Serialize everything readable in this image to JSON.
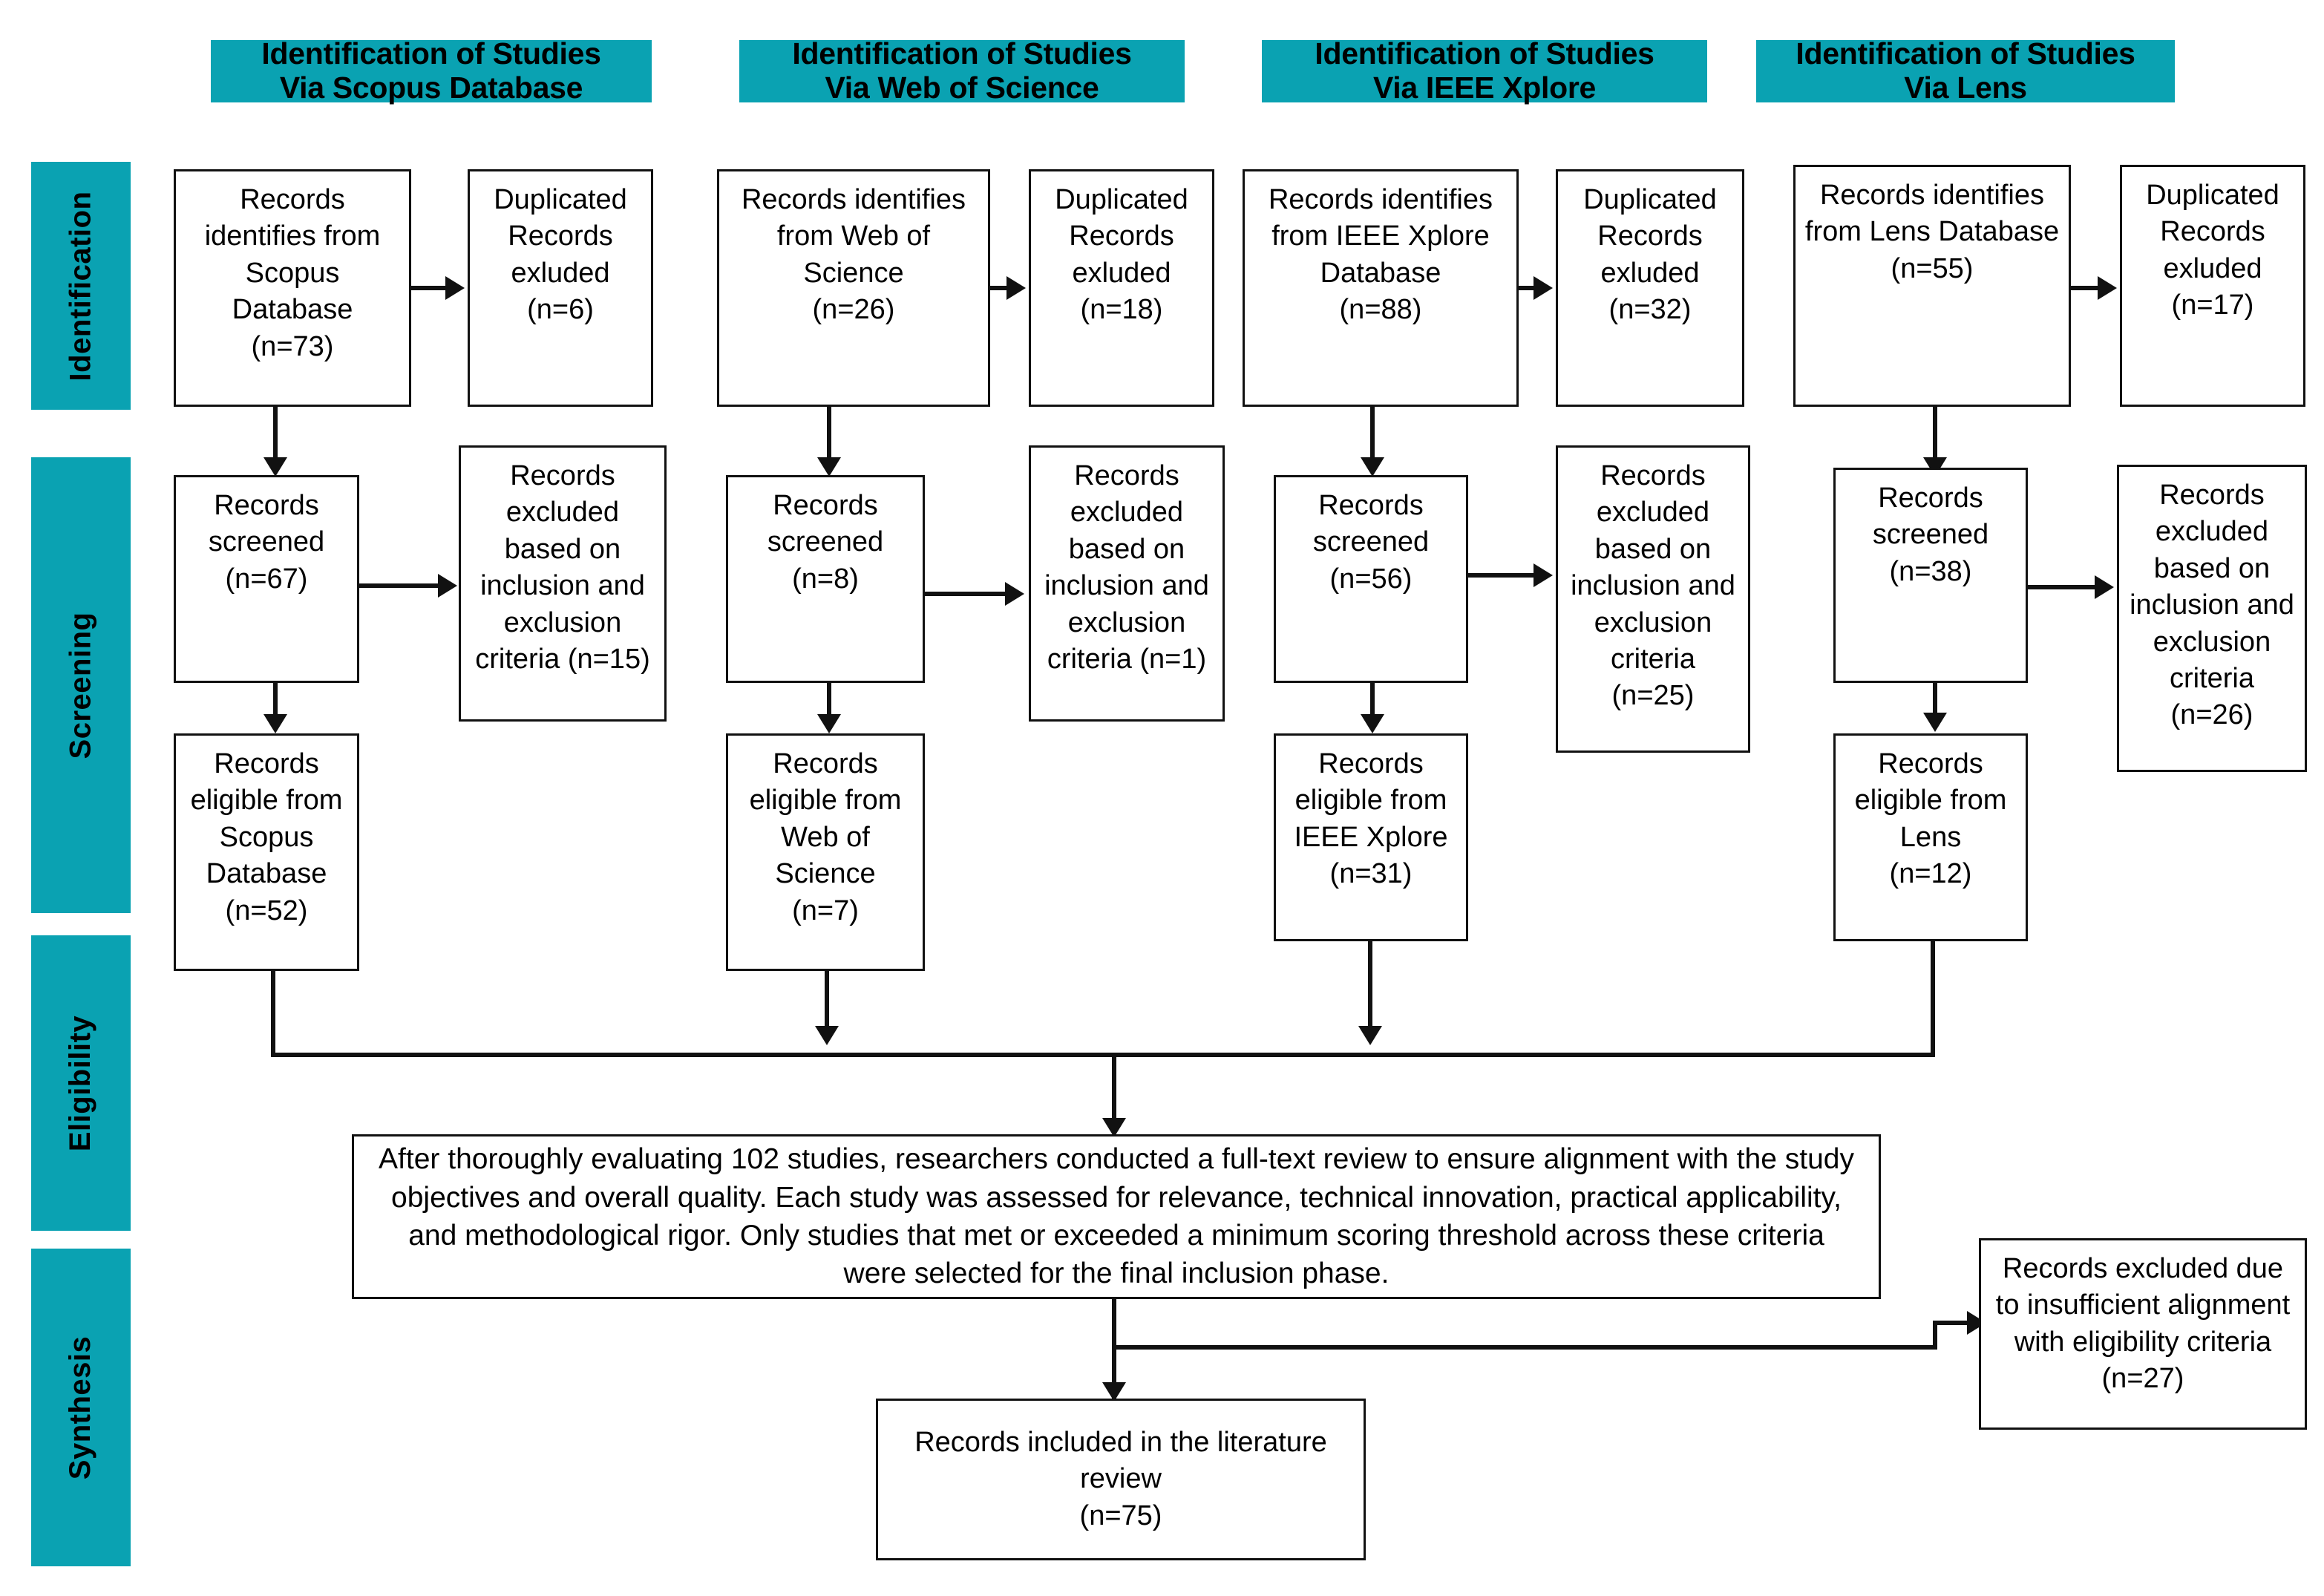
{
  "diagram": {
    "title": "PRISMA flow diagram of study identification, screening, eligibility and synthesis",
    "accent_color": "#0AA2B2",
    "box_border_color": "#111111",
    "background_color": "#FFFFFF"
  },
  "stage_labels": [
    {
      "id": "identification",
      "label": "Identification"
    },
    {
      "id": "screening",
      "label": "Screening"
    },
    {
      "id": "eligibility",
      "label": "Eligibility"
    },
    {
      "id": "synthesis",
      "label": "Synthesis"
    }
  ],
  "column_headers": [
    {
      "id": "scopus",
      "label": "Identification of Studies\nVia Scopus Database"
    },
    {
      "id": "wos",
      "label": "Identification of Studies\nVia Web of Science"
    },
    {
      "id": "ieee",
      "label": "Identification of Studies\nVia IEEE Xplore"
    },
    {
      "id": "lens",
      "label": "Identification of Studies\nVia Lens"
    }
  ],
  "columns": [
    {
      "id": "scopus",
      "identified": {
        "label": "Records\nidentifies from\nScopus\nDatabase\n(n=73)",
        "n": 73
      },
      "duplicates": {
        "label": "Duplicated\nRecords\nexluded\n(n=6)",
        "n": 6
      },
      "screened": {
        "label": "Records\nscreened\n(n=67)",
        "n": 67
      },
      "excluded": {
        "label": "Records\nexcluded\nbased on\ninclusion and\nexclusion\ncriteria (n=15)",
        "n": 15
      },
      "eligible": {
        "label": "Records\neligible from\nScopus\nDatabase\n(n=52)",
        "n": 52
      }
    },
    {
      "id": "wos",
      "identified": {
        "label": "Records identifies\nfrom Web of\nScience\n(n=26)",
        "n": 26
      },
      "duplicates": {
        "label": "Duplicated\nRecords\nexluded\n(n=18)",
        "n": 18
      },
      "screened": {
        "label": "Records\nscreened\n(n=8)",
        "n": 8
      },
      "excluded": {
        "label": "Records\nexcluded\nbased on\ninclusion and\nexclusion\ncriteria (n=1)",
        "n": 1
      },
      "eligible": {
        "label": "Records\neligible from\nWeb of\nScience\n(n=7)",
        "n": 7
      }
    },
    {
      "id": "ieee",
      "identified": {
        "label": "Records identifies\nfrom IEEE Xplore\nDatabase\n(n=88)",
        "n": 88
      },
      "duplicates": {
        "label": "Duplicated\nRecords\nexluded\n(n=32)",
        "n": 32
      },
      "screened": {
        "label": "Records\nscreened\n(n=56)",
        "n": 56
      },
      "excluded": {
        "label": "Records\nexcluded\nbased on\ninclusion and\nexclusion\ncriteria\n(n=25)",
        "n": 25
      },
      "eligible": {
        "label": "Records\neligible from\nIEEE Xplore\n(n=31)",
        "n": 31
      }
    },
    {
      "id": "lens",
      "identified": {
        "label": "Records identifies\nfrom Lens Database\n(n=55)",
        "n": 55
      },
      "duplicates": {
        "label": "Duplicated\nRecords\nexluded\n(n=17)",
        "n": 17
      },
      "screened": {
        "label": "Records\nscreened\n(n=38)",
        "n": 38
      },
      "excluded": {
        "label": "Records\nexcluded\nbased on\ninclusion and\nexclusion\ncriteria\n(n=26)",
        "n": 26
      },
      "eligible": {
        "label": "Records\neligible from\nLens\n(n=12)",
        "n": 12
      }
    }
  ],
  "eligibility_narrative": {
    "text": "After thoroughly evaluating 102 studies, researchers conducted a full-text review to ensure alignment with the study objectives and overall quality. Each study was assessed for relevance, technical innovation, practical applicability, and methodological rigor. Only studies that met or exceeded a minimum scoring threshold across these criteria were selected for the final inclusion phase.",
    "studies_evaluated": 102
  },
  "final_excluded": {
    "label": "Records excluded due\nto insufficient alignment\nwith eligibility criteria\n(n=27)",
    "n": 27
  },
  "final_included": {
    "label": "Records included in the literature\nreview\n(n=75)",
    "n": 75
  }
}
